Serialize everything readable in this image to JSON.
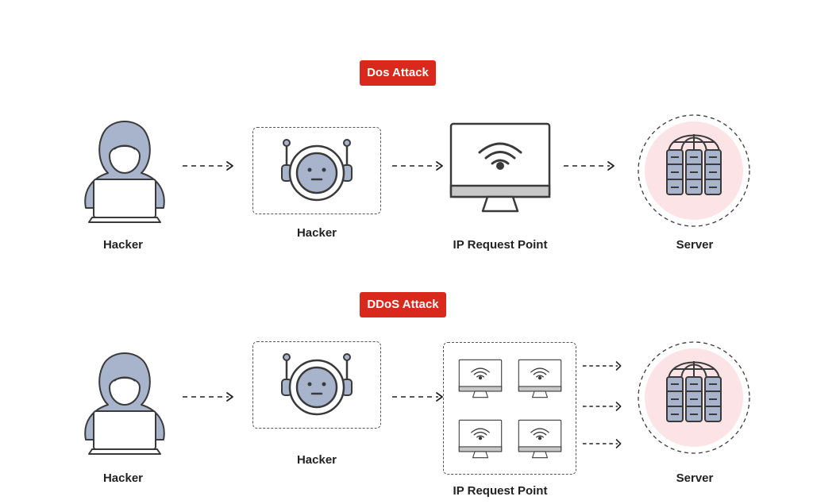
{
  "dos": {
    "title": "Dos Attack",
    "hacker_label": "Hacker",
    "bot_label": "Hacker",
    "request_label": "IP Request Point",
    "server_label": "Server"
  },
  "ddos": {
    "title": "DDoS Attack",
    "hacker_label": "Hacker",
    "bot_label": "Hacker",
    "request_label": "IP Request Point",
    "server_label": "Server",
    "monitor_count": 4
  },
  "colors": {
    "badge": "#d9291c",
    "figure_fill": "#a8b4cc",
    "server_circle": "#fbe3e6",
    "outline": "#3a3a3a"
  }
}
